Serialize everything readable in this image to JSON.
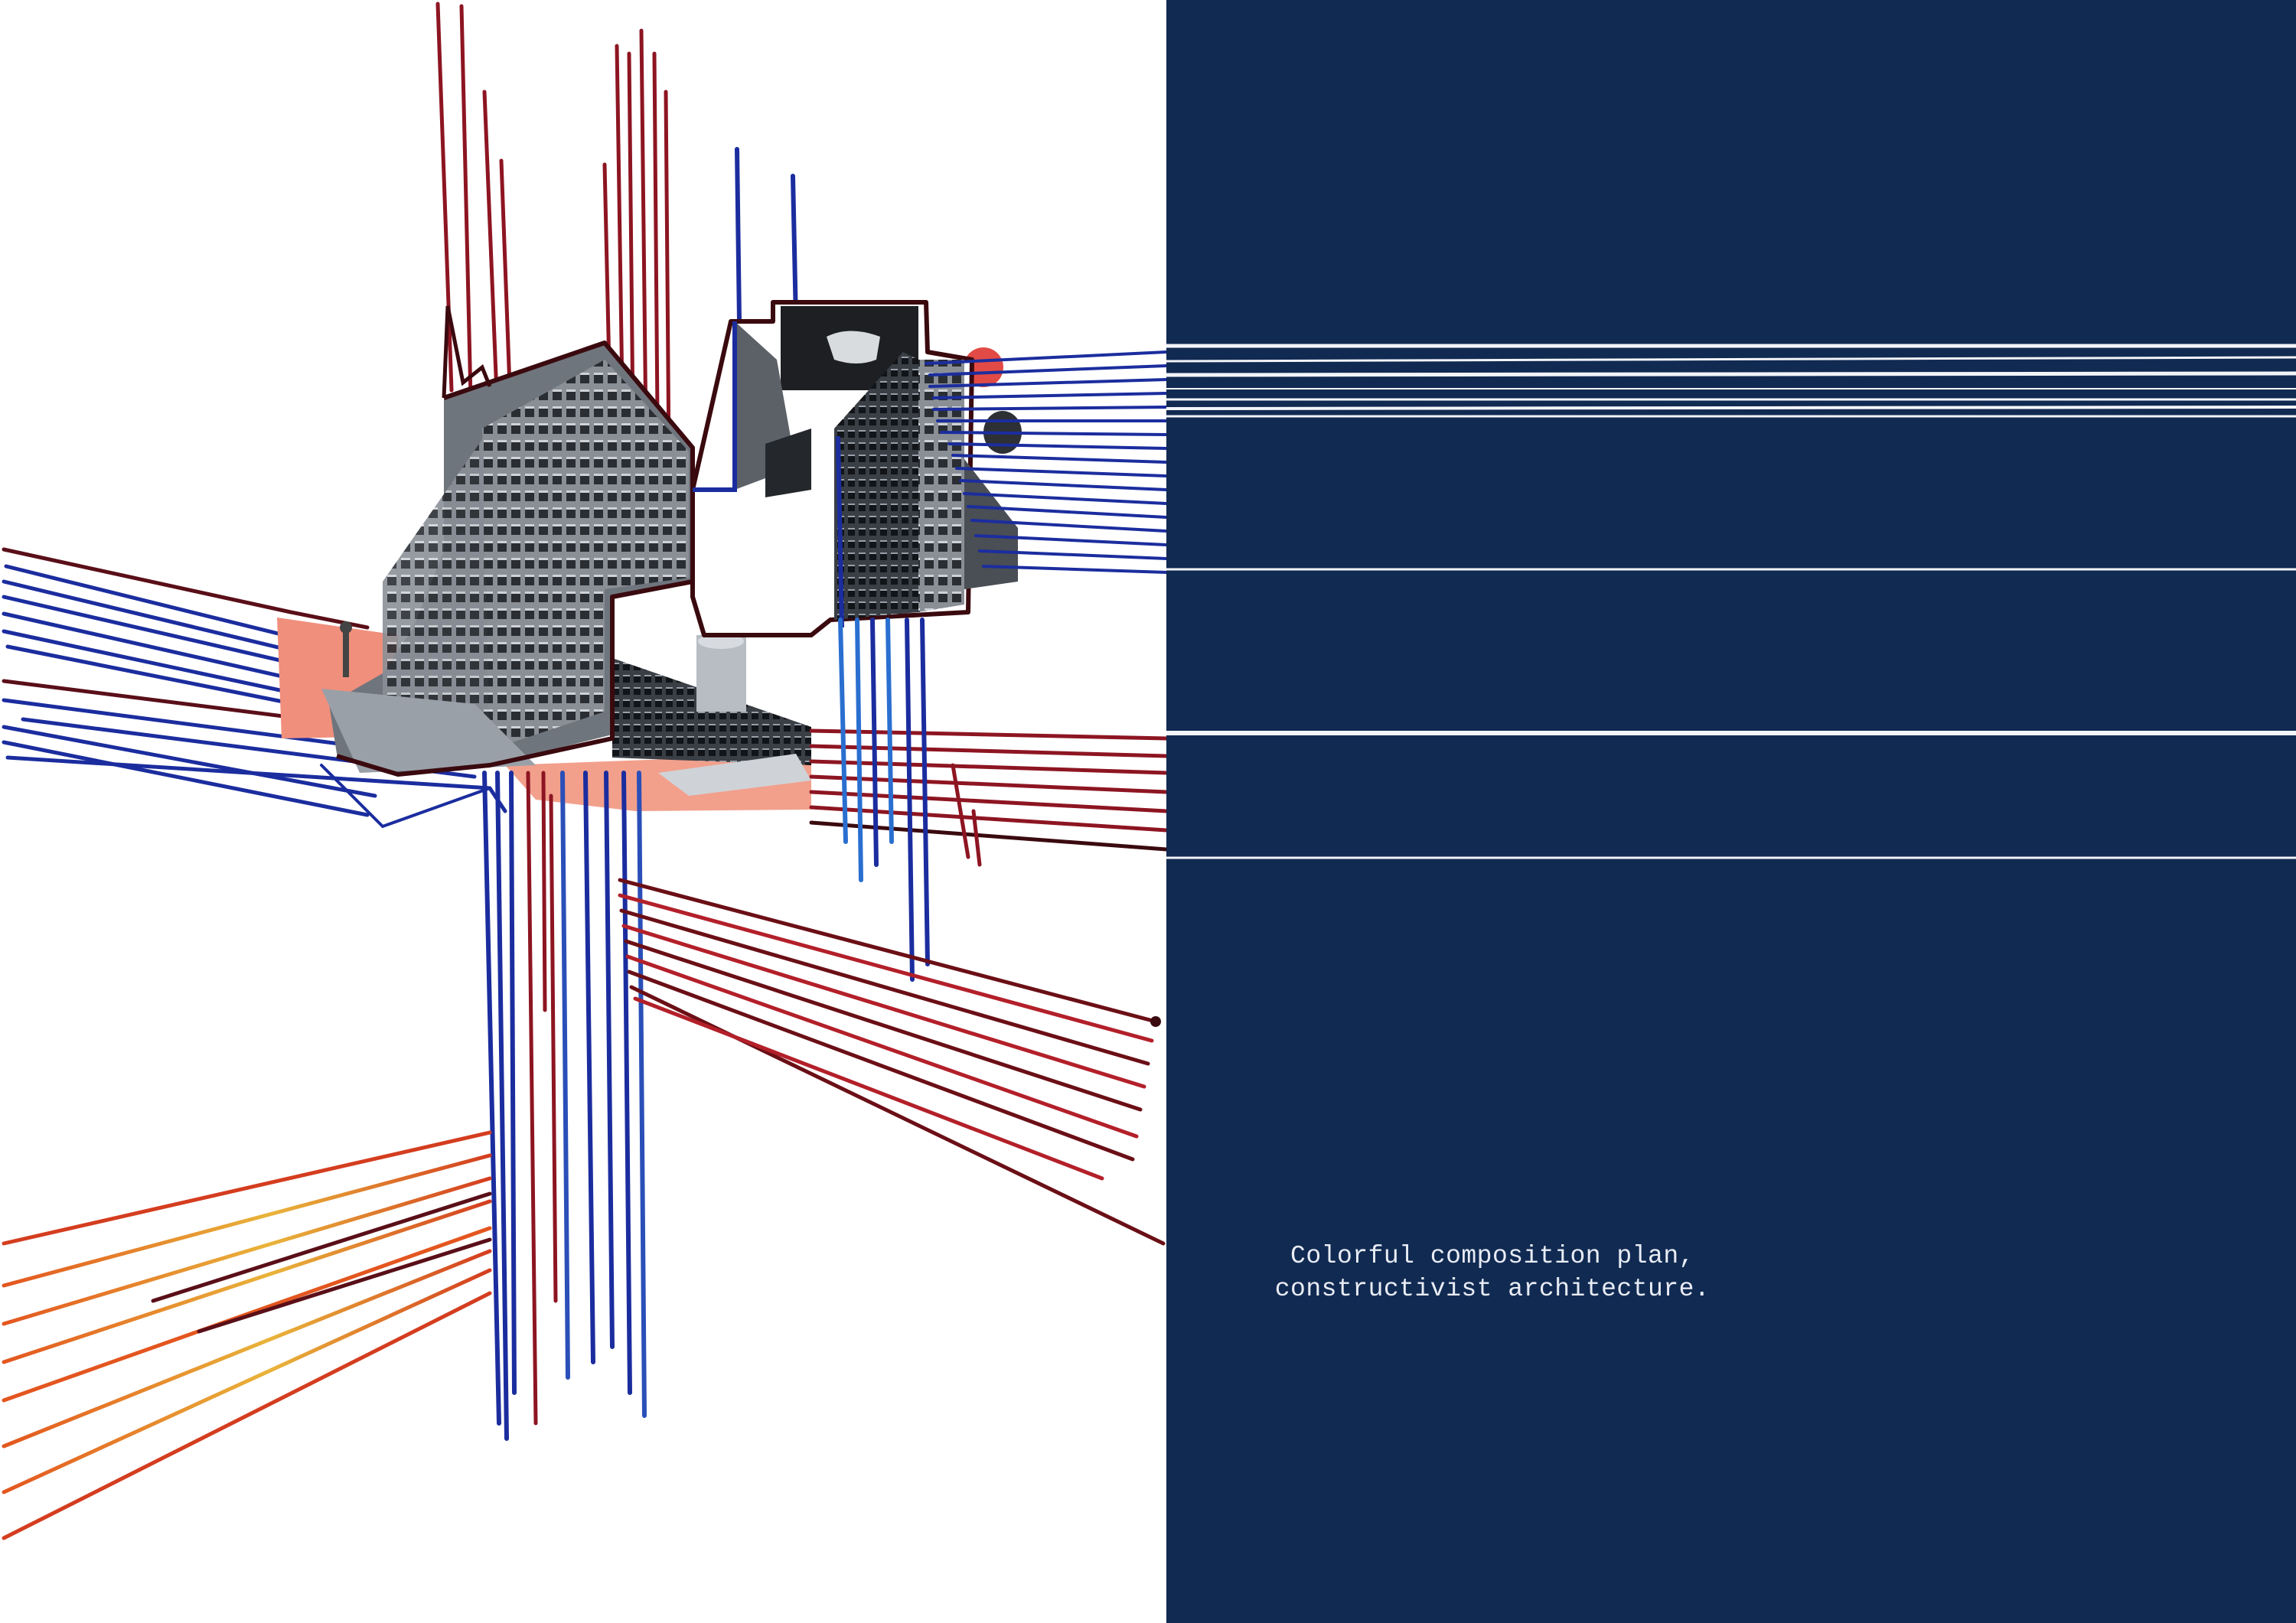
{
  "caption": {
    "line1": "Colorful composition plan,",
    "line2": "constructivist architecture."
  },
  "colors": {
    "navy_panel": "#112a52",
    "paper": "#ffffff",
    "ink_blue": "#1b2d9e",
    "ink_dark_red": "#6b0f16",
    "ink_red": "#b3202a",
    "ink_orange": "#e3561f",
    "ink_yellow": "#e9b43a",
    "salmon": "#f08f7c",
    "white_rule": "#f2f4f8"
  },
  "icons": {
    "collage": "architectural-collage-artwork",
    "rules": "white-horizontal-rule-lines"
  }
}
